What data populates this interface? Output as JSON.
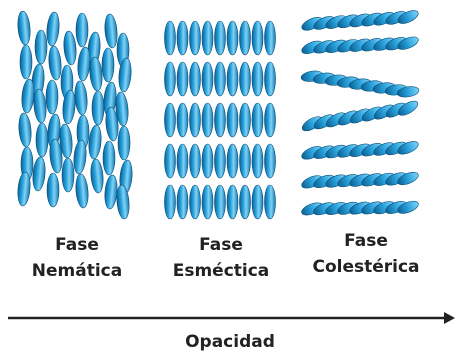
{
  "phases": [
    {
      "line1": "Fase",
      "line2": "Nemática"
    },
    {
      "line1": "Fase",
      "line2": "Esméctica"
    },
    {
      "line1": "Fase",
      "line2": "Colestérica"
    }
  ],
  "axis": {
    "label": "Opacidad"
  },
  "colors": {
    "molecule_light": "#7fd3f7",
    "molecule_mid": "#2aa2dc",
    "molecule_dark": "#0b5f92",
    "arrow": "#222222"
  }
}
